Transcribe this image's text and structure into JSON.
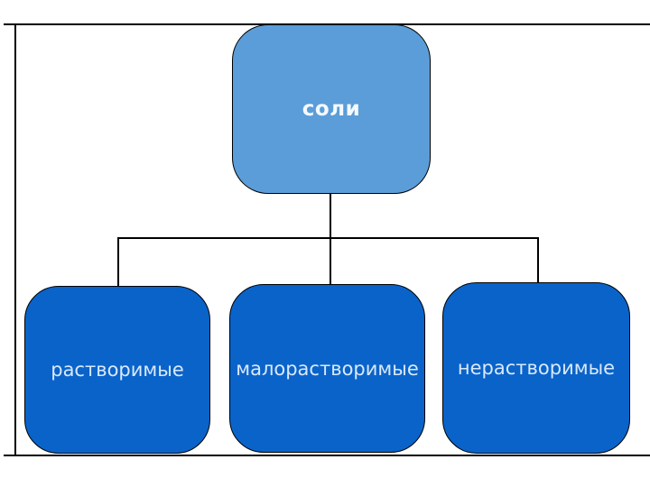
{
  "diagram": {
    "title_node": {
      "label": "соли"
    },
    "children": [
      {
        "label": "растворимые"
      },
      {
        "label": "малорастворимые"
      },
      {
        "label": "нерастворимые"
      }
    ],
    "colors": {
      "background": "#ffffff",
      "frame_line": "#000000",
      "connector": "#000000",
      "root_fill": "#5b9dd8",
      "root_text": "#f5faff",
      "child_fill": "#0a63c9",
      "child_text": "#d9e9fb",
      "node_outline": "#000000"
    }
  }
}
